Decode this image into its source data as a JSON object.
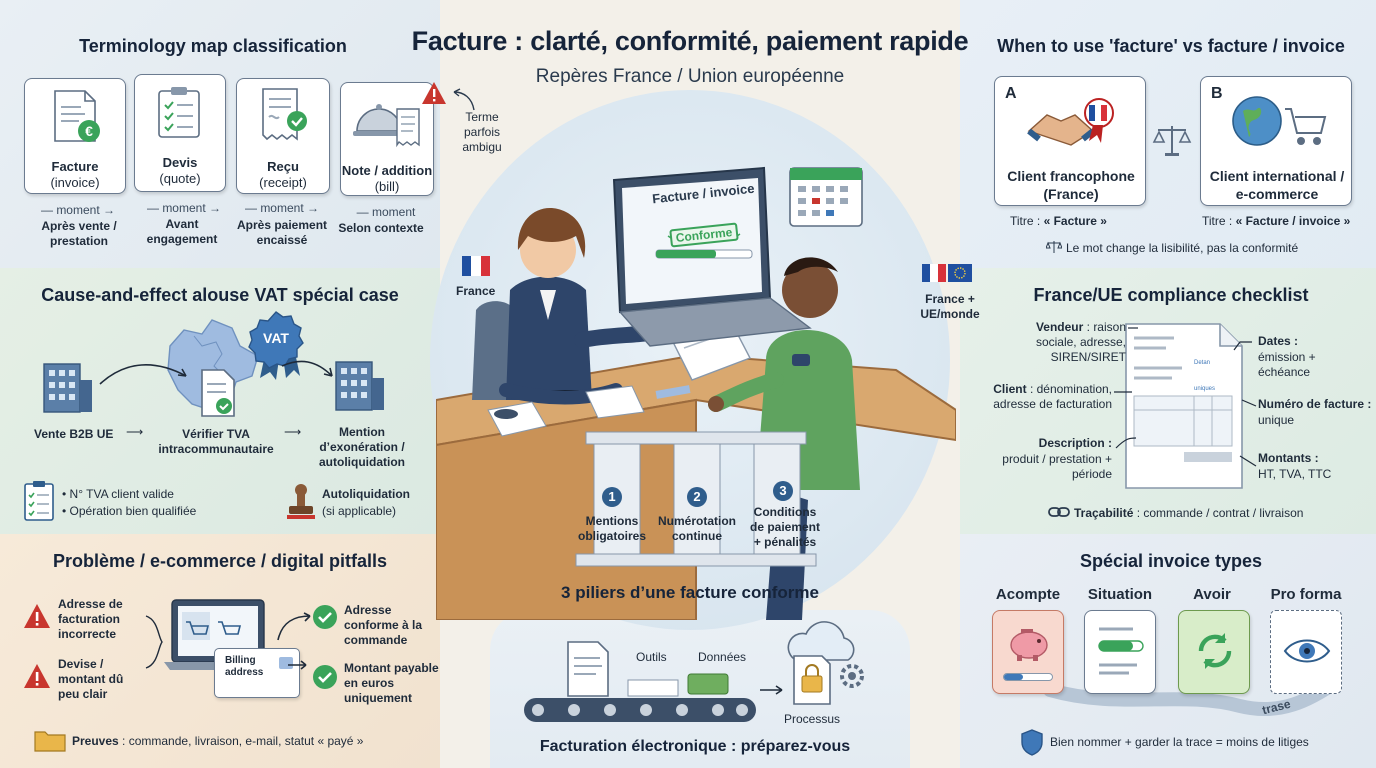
{
  "header": {
    "title": "Facture : clarté, conformité, paiement rapide",
    "subtitle": "Repères France / Union européenne"
  },
  "terminology": {
    "title": "Terminology map classification",
    "cards": [
      {
        "name": "Facture",
        "sub": "(invoice)",
        "moment": "moment",
        "when": "Après vente / prestation"
      },
      {
        "name": "Devis",
        "sub": "(quote)",
        "moment": "moment",
        "when": "Avant engagement"
      },
      {
        "name": "Reçu",
        "sub": "(receipt)",
        "moment": "moment",
        "when": "Après paiement encaissé"
      },
      {
        "name": "Note / addition",
        "sub": "(bill)",
        "moment": "moment",
        "when": "Selon contexte"
      }
    ],
    "ambiguous_note": "Terme parfois ambigu"
  },
  "when_to_use": {
    "title": "When to use 'facture' vs facture / invoice",
    "a_letter": "A",
    "a_label": "Client francophone (France)",
    "a_title_prefix": "Titre : ",
    "a_title_value": "« Facture »",
    "b_letter": "B",
    "b_label": "Client international / e-commerce",
    "b_title_prefix": "Titre : ",
    "b_title_value": "« Facture / invoice »",
    "note": "Le mot change la lisibilité, pas la conformité"
  },
  "vat": {
    "title": "Cause-and-effect alouse VAT spécial case",
    "badge": "VAT",
    "step1": "Vente B2B UE",
    "step2": "Vérifier TVA intracommunautaire",
    "step3": "Mention d’exonération / autoliquidation",
    "checks": [
      "N° TVA client valide",
      "Opération bien qualifiée"
    ],
    "stamp_label": "Autoliquidation",
    "stamp_sub": "(si applicable)"
  },
  "center": {
    "laptop_title": "Facture / invoice",
    "laptop_stamp": "Conforme",
    "flag_left_label": "France",
    "flag_right_label": "France + UE/monde",
    "pillars": [
      {
        "num": "1",
        "label": "Mentions obligatoires"
      },
      {
        "num": "2",
        "label": "Numérotation continue"
      },
      {
        "num": "3",
        "label": "Conditions de paiement + pénalités"
      }
    ],
    "pillars_caption": "3 piliers d’une facture conforme"
  },
  "compliance": {
    "title": "France/UE compliance checklist",
    "vendeur_bold": "Vendeur",
    "vendeur_rest": " : raison sociale, adresse, SIREN/SIRET",
    "client_bold": "Client",
    "client_rest": " : dénomination, adresse de facturation",
    "description_bold": "Description :",
    "description_rest": "produit / prestation + période",
    "dates_bold": "Dates :",
    "dates_rest": "émission + échéance",
    "numero_bold": "Numéro de facture :",
    "numero_rest": "unique",
    "montants_bold": "Montants :",
    "montants_rest": "HT, TVA, TTC",
    "traca_bold": "Traçabilité",
    "traca_rest": " : commande / contrat / livraison",
    "doc_text_1": "Detan",
    "doc_text_2": "uniques"
  },
  "pitfalls": {
    "title": "Problème / e-commerce / digital pitfalls",
    "warn1": "Adresse de facturation incorrecte",
    "warn2": "Devise / montant dû peu clair",
    "billing_card": "Billing address",
    "ok1": "Adresse conforme à la commande",
    "ok2": "Montant payable en euros uniquement",
    "proof_bold": "Preuves",
    "proof_rest": " : commande, livraison, e-mail, statut « payé »"
  },
  "efacture": {
    "outils": "Outils",
    "donnees": "Données",
    "processus": "Processus",
    "caption": "Facturation électronique : préparez-vous"
  },
  "special": {
    "title": "Spécial invoice types",
    "types": [
      "Acompte",
      "Situation",
      "Avoir",
      "Pro forma"
    ],
    "trace": "trase",
    "footer": "Bien nommer + garder la trace = moins de litiges"
  },
  "colors": {
    "accent": "#2f5d8c",
    "green": "#3aa35a",
    "red": "#c8362e",
    "left_panel": "#e6eef5",
    "vat_panel": "#e3efe6",
    "pitfall_panel": "#f5e7d8"
  }
}
